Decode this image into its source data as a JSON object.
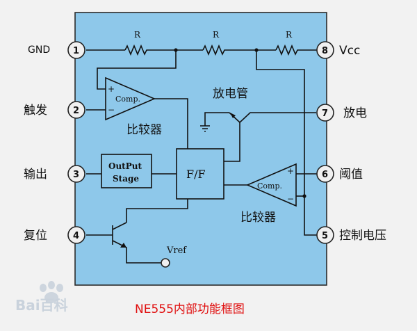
{
  "diagram": {
    "caption": "NE555内部功能框图",
    "watermark": "Bai百科",
    "pins": [
      {
        "num": "1",
        "label": "GND"
      },
      {
        "num": "2",
        "label": "触发"
      },
      {
        "num": "3",
        "label": "输出"
      },
      {
        "num": "4",
        "label": "复位"
      },
      {
        "num": "8",
        "label": "Vcc"
      },
      {
        "num": "7",
        "label": "放电"
      },
      {
        "num": "6",
        "label": "阈值"
      },
      {
        "num": "5",
        "label": "控制电压"
      }
    ],
    "resistors": [
      "R",
      "R",
      "R"
    ],
    "comparator_top": {
      "label": "Comp.",
      "plus": "+",
      "minus": "−",
      "caption": "比较器"
    },
    "comparator_bottom": {
      "label": "Comp.",
      "plus": "+",
      "minus": "−",
      "caption": "比较器"
    },
    "output_stage": {
      "line1": "OutPut",
      "line2": "Stage"
    },
    "flipflop": "F/F",
    "discharge_transistor": "放电管",
    "vref": "Vref",
    "colors": {
      "chip": "#8ec8ea",
      "caption": "#e01010",
      "pin_fill": "#f0f0f0",
      "watermark": "#c9d2dc"
    }
  }
}
